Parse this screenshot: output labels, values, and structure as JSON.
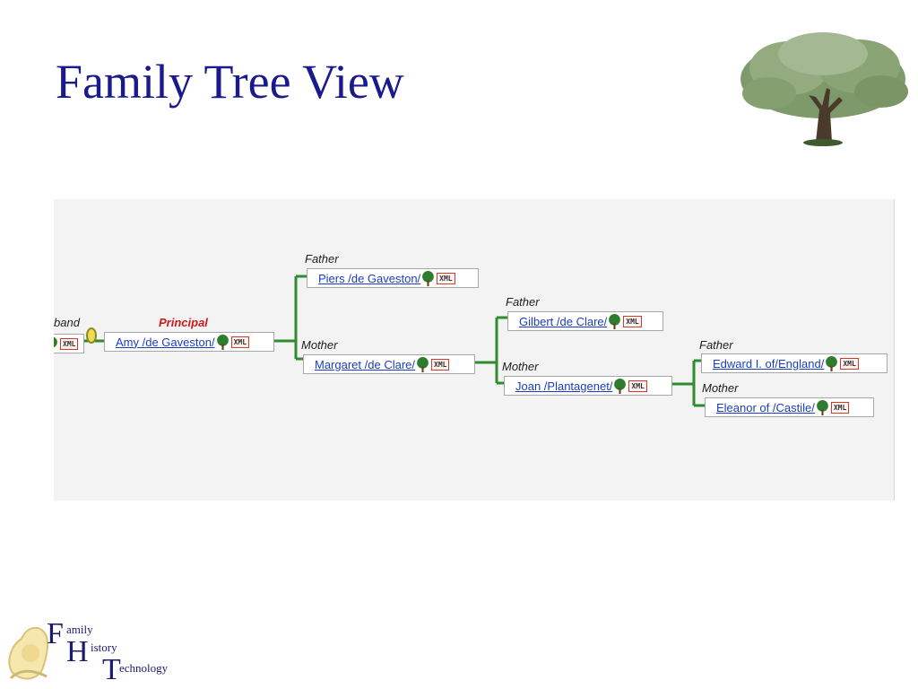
{
  "slide": {
    "title": "Family Tree View"
  },
  "panel": {
    "background": "#f3f3f4",
    "connector_color": "#2e8b2e"
  },
  "tree": {
    "spouse": {
      "label": "band",
      "icon": "tree-icon",
      "badge": "XML"
    },
    "link_icon": "link-icon",
    "principal": {
      "label": "Principal",
      "name": "Amy /de Gaveston/",
      "badge": "XML"
    },
    "father": {
      "label": "Father",
      "name": "Piers /de Gaveston/",
      "badge": "XML"
    },
    "mother": {
      "label": "Mother",
      "name": "Margaret /de Clare/",
      "badge": "XML"
    },
    "maternal_grandfather": {
      "label": "Father",
      "name": "Gilbert /de Clare/",
      "badge": "XML"
    },
    "maternal_grandmother": {
      "label": "Mother",
      "name": "Joan /Plantagenet/",
      "badge": "XML"
    },
    "great_grandfather": {
      "label": "Father",
      "name": "Edward I. of/England/",
      "badge": "XML"
    },
    "great_grandmother": {
      "label": "Mother",
      "name": "Eleanor of /Castile/",
      "badge": "XML"
    }
  },
  "logo": {
    "letter_f": "F",
    "word_f": "amily",
    "letter_h": "H",
    "word_h": "istory",
    "letter_t": "T",
    "word_t": "echnology"
  }
}
